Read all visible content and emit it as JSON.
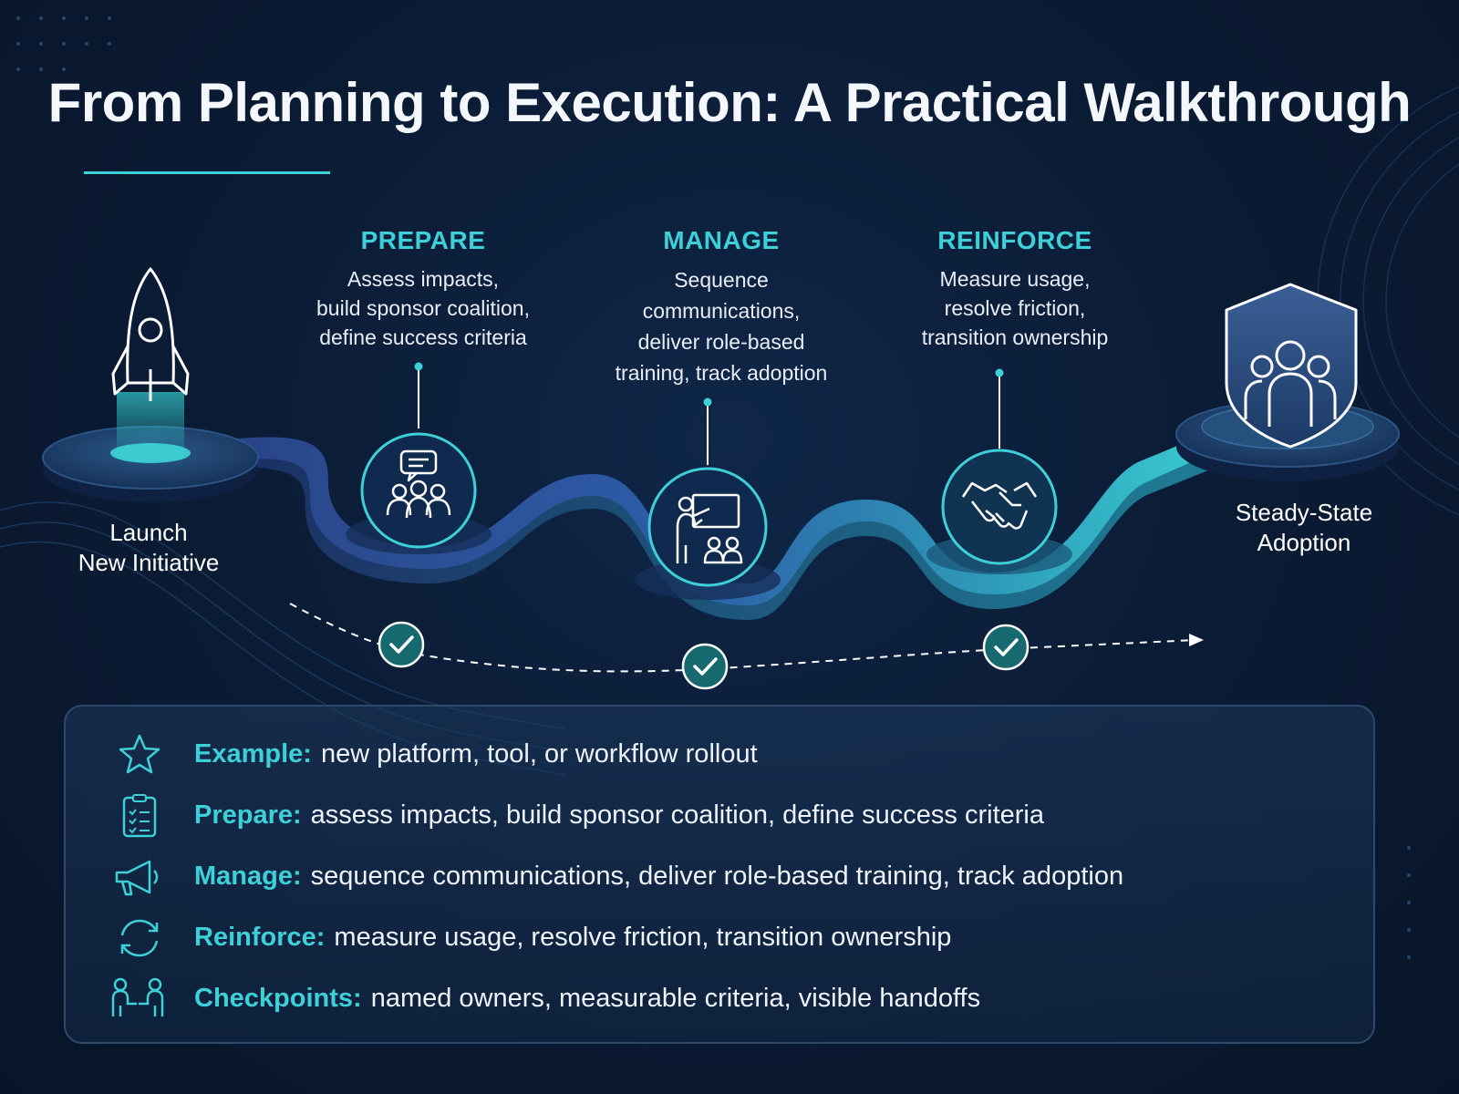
{
  "title": "From Planning to Execution: A Practical Walkthrough",
  "colors": {
    "accent": "#3ed0d8",
    "background": "#0b1c36",
    "path_start": "#2a4f9a",
    "path_end": "#35c8d0"
  },
  "start": {
    "label_line1": "Launch",
    "label_line2": "New Initiative",
    "icon": "rocket-icon"
  },
  "end": {
    "label_line1": "Steady-State",
    "label_line2": "Adoption",
    "icon": "shield-team-icon"
  },
  "stages": [
    {
      "title": "PREPARE",
      "lines": [
        "Assess impacts,",
        "build sponsor coalition,",
        "define success criteria"
      ],
      "icon": "team-chat-icon"
    },
    {
      "title": "MANAGE",
      "lines": [
        "Sequence",
        "communications,",
        "deliver role-based",
        "training, track adoption"
      ],
      "icon": "training-presentation-icon"
    },
    {
      "title": "REINFORCE",
      "lines": [
        "Measure usage,",
        "resolve friction,",
        "transition ownership"
      ],
      "icon": "handshake-icon"
    }
  ],
  "summary": [
    {
      "key": "Example:",
      "text": "new platform, tool, or workflow rollout",
      "icon": "star-icon"
    },
    {
      "key": "Prepare:",
      "text": "assess impacts, build sponsor coalition, define success criteria",
      "icon": "clipboard-checklist-icon"
    },
    {
      "key": "Manage:",
      "text": "sequence communications, deliver role-based training, track adoption",
      "icon": "megaphone-icon"
    },
    {
      "key": "Reinforce:",
      "text": "measure usage, resolve friction, transition ownership",
      "icon": "refresh-icon"
    },
    {
      "key": "Checkpoints:",
      "text": "named owners, measurable criteria, visible handoffs",
      "icon": "handoff-people-icon"
    }
  ]
}
